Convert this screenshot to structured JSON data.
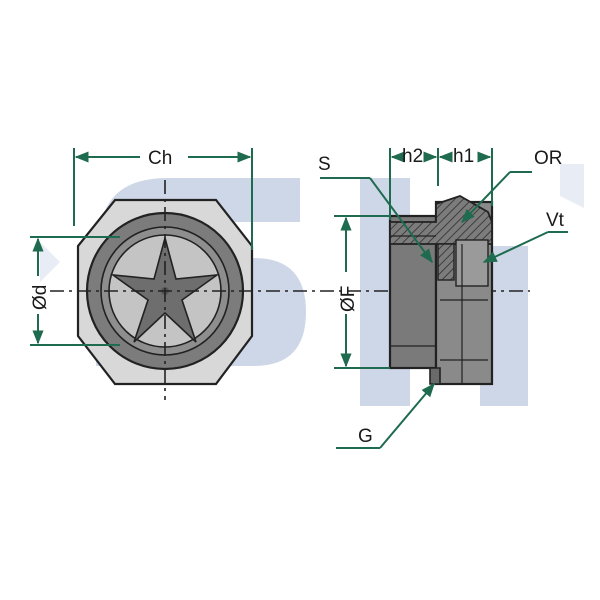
{
  "labels": {
    "ch": "Ch",
    "d": "Ød",
    "s": "S",
    "h2": "h2",
    "h1": "h1",
    "or": "OR",
    "vt": "Vt",
    "f": "ØF",
    "g": "G"
  },
  "colors": {
    "dimension": "#1f6b4f",
    "watermark": "#c9d3e6",
    "metal_dark": "#6f6f6f",
    "metal_mid": "#8a8a8a",
    "metal_light": "#d8d8d8",
    "glass": "#c4c4c4",
    "line": "#222222"
  }
}
